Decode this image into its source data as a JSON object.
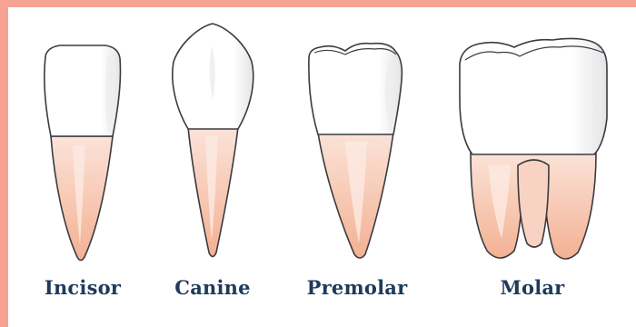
{
  "colors": {
    "border": "#f7a394",
    "label_text": "#1f3a5a",
    "crown_fill": "#ffffff",
    "crown_shade": "#e9e9ea",
    "root_fill": "#f6c3ad",
    "root_dark": "#e89a7c",
    "outline": "#3b3b40"
  },
  "teeth": [
    {
      "name": "Incisor",
      "icon": "incisor-tooth-icon"
    },
    {
      "name": "Canine",
      "icon": "canine-tooth-icon"
    },
    {
      "name": "Premolar",
      "icon": "premolar-tooth-icon"
    },
    {
      "name": "Molar",
      "icon": "molar-tooth-icon"
    }
  ]
}
